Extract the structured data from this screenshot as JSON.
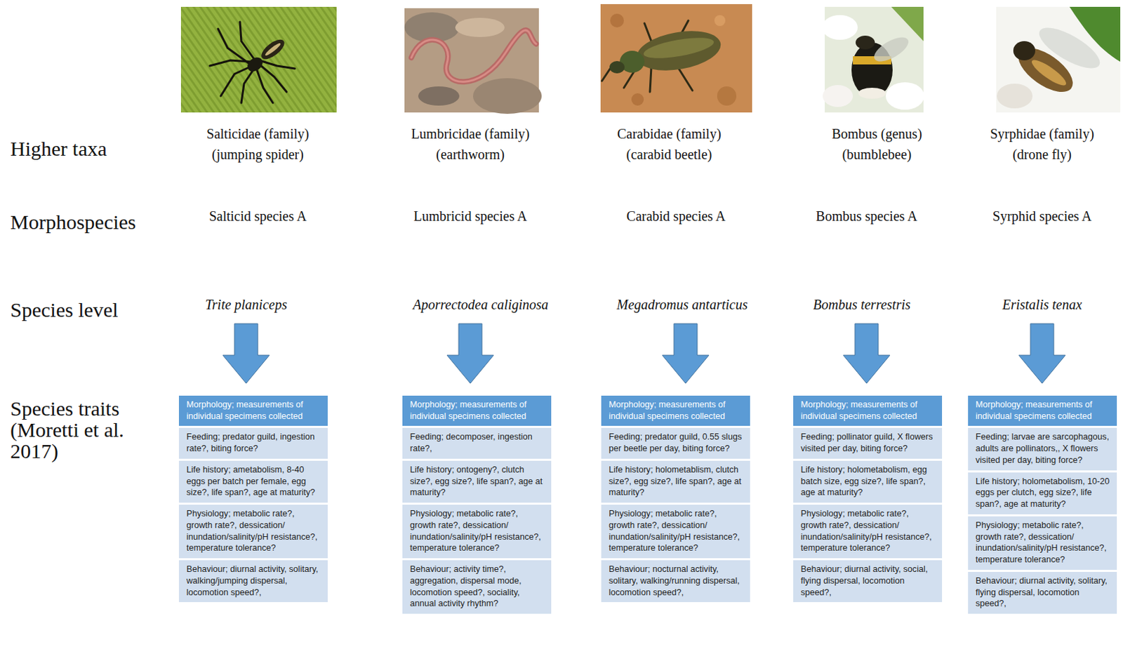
{
  "diagram": {
    "nodes": [
      {
        "text": [
          "Morphology; measurements of individual specimens collected"
        ]
      },
      {
        "text": [
          "Feeding; predator guild, ingestion rate?, biting force?"
        ]
      },
      {
        "text": [
          "Life history; ametabolism, 8-40 eggs per batch per female, egg size?, life span?, age at maturity?"
        ]
      },
      {
        "text": [
          "Physiology; metabolic rate?, growth rate?, dessication/ inundation/salinity/pH resistance?, temperature tolerance?"
        ]
      },
      {
        "text": [
          "Behaviour; diurnal activity, solitary, walking/jumping dispersal, locomotion speed?,"
        ]
      },
      {
        "text": [
          "Morphology; measurements of individual specimens collected"
        ]
      },
      {
        "text": [
          "Feeding; decomposer, ingestion rate?,"
        ]
      },
      {
        "text": [
          "Life history; ontogeny?, clutch size?, egg size?, life span?, age at maturity?"
        ]
      },
      {
        "text": [
          "Physiology; metabolic rate?, growth rate?, dessication/ inundation/salinity/pH resistance?, temperature tolerance?"
        ]
      },
      {
        "text": [
          "Behaviour; activity time?, aggregation, dispersal mode, locomotion speed?, sociality, annual activity rhythm?"
        ]
      },
      {
        "text": [
          "Morphology; measurements of individual specimens collected"
        ]
      },
      {
        "text": [
          "Feeding; predator guild, 0.55 slugs per beetle per day, biting force?"
        ]
      },
      {
        "text": [
          "Life history; holometablism, clutch size?, egg size?, life span?, age at maturity?"
        ]
      },
      {
        "text": [
          "Physiology; metabolic rate?, growth rate?, dessication/ inundation/salinity/pH resistance?, temperature tolerance?"
        ]
      },
      {
        "text": [
          "Behaviour; nocturnal activity, solitary, walking/running dispersal, locomotion speed?,"
        ]
      },
      {
        "text": [
          "Morphology; measurements of individual specimens collected"
        ]
      },
      {
        "text": [
          "Feeding; pollinator guild, X flowers visited per day, biting force?"
        ]
      },
      {
        "text": [
          "Life history; holometabolism, egg batch size, egg size?, life span?, age at maturity?"
        ]
      },
      {
        "text": [
          "Physiology; metabolic rate?, growth rate?, dessication/ inundation/salinity/pH resistance?, temperature tolerance?"
        ]
      },
      {
        "text": [
          "Behaviour; diurnal activity, social, flying dispersal, locomotion speed?,"
        ]
      },
      {
        "text": [
          "Morphology; measurements of individual specimens collected"
        ]
      },
      {
        "text": [
          "Feeding; larvae are sarcophagous, adults are pollinators,, X flowers visited per day, biting force?"
        ]
      },
      {
        "text": [
          "Life history; holometabolism, 10-20 eggs per clutch, egg size?, life span?, age at maturity?"
        ]
      },
      {
        "text": [
          "Physiology; metabolic rate?, growth rate?, dessication/ inundation/salinity/pH resistance?, temperature tolerance?"
        ]
      },
      {
        "text": [
          "Behaviour; diurnal activity, solitary, flying dispersal, locomotion speed?,"
        ]
      }
    ],
    "labels": [
      "Higher taxa",
      "Salticidae (family) (jumping spider)",
      "Lumbricidae (family) (earthworm)",
      "Carabidae (family) (carabid beetle)",
      "Bombus (genus) (bumblebee)",
      "Syrphidae (family) (drone fly)",
      "Morphospecies",
      "Salticid species A",
      "Lumbricid species A",
      "Carabid species A",
      "Bombus species A",
      "Syrphid species A",
      "Species level",
      "Trite planiceps",
      "Aporrectodea caliginosa",
      "Megadromus antarticus",
      "Bombus terrestris",
      "Eristalis tenax",
      "Species traits (Moretti et al. 2017)"
    ]
  }
}
